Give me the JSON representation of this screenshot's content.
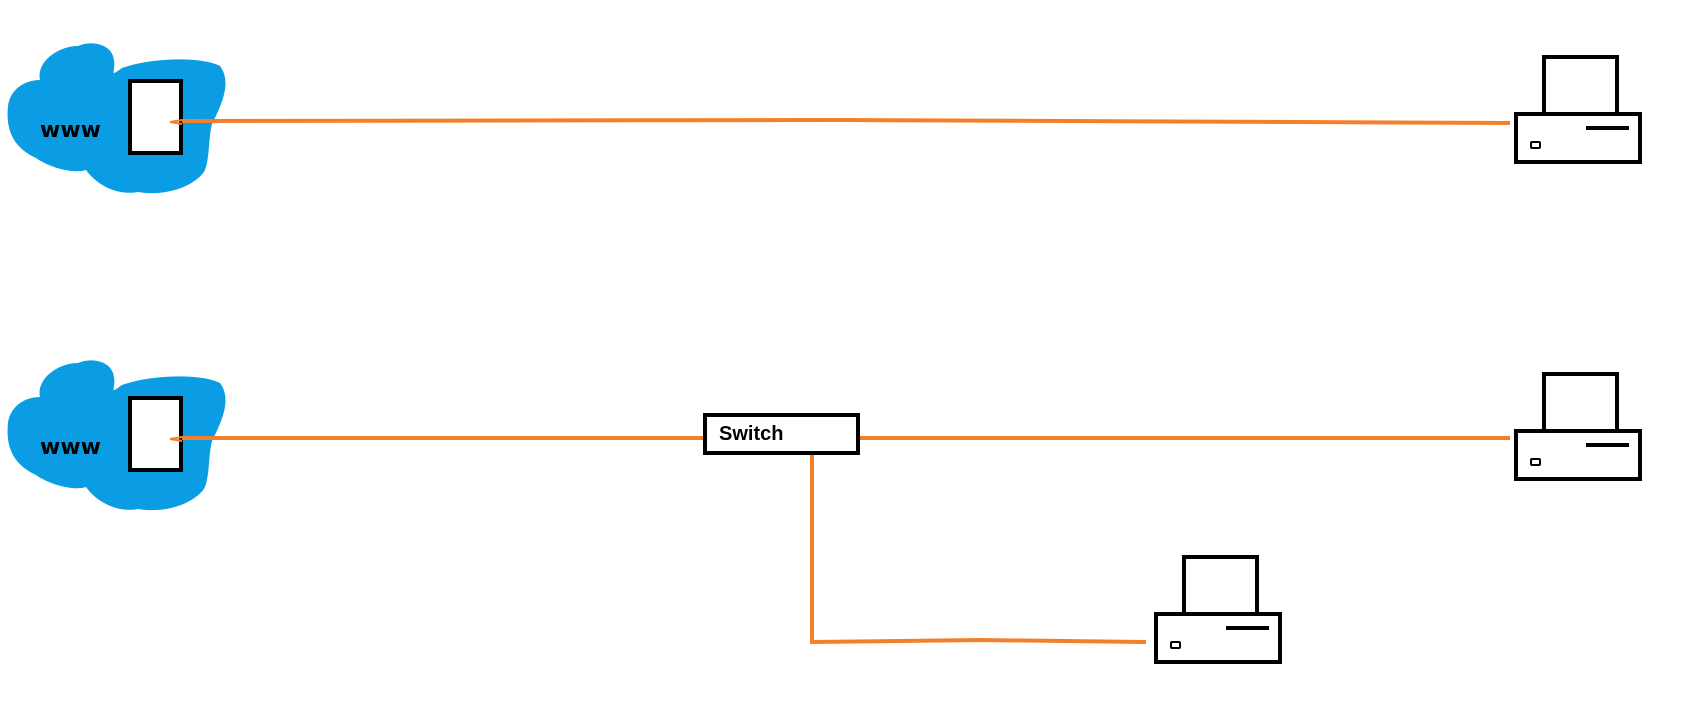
{
  "colors": {
    "background": "#ffffff",
    "cloud": "#0b9de4",
    "cable": "#f47f2b",
    "outline": "#000000"
  },
  "top_network": {
    "cloud_label": "www"
  },
  "bottom_network": {
    "cloud_label": "www",
    "switch_label": "Switch"
  }
}
